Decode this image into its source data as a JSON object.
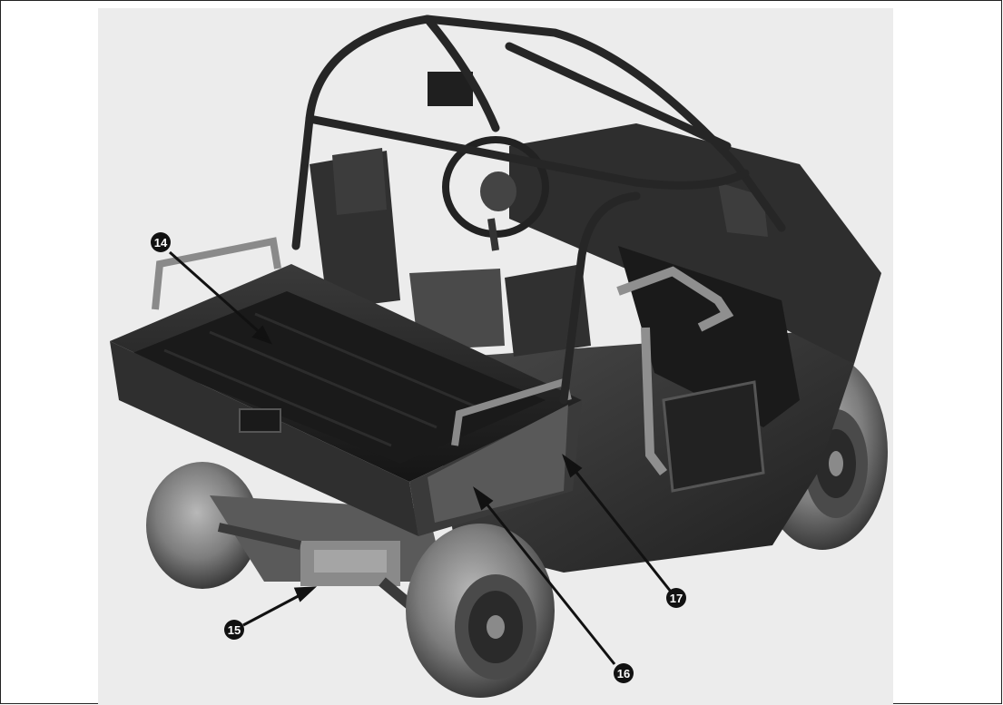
{
  "figure": {
    "title": "",
    "callouts": [
      {
        "id": "c14",
        "label": "⓮"
      },
      {
        "id": "c15",
        "label": "⓯"
      },
      {
        "id": "c16",
        "label": "⓰"
      },
      {
        "id": "c17",
        "label": "⓱"
      }
    ]
  },
  "colors": {
    "background": "#ffffff",
    "panel": "#ececec",
    "vehicle_dark": "#2a2a2a",
    "vehicle_mid": "#4a4a4a",
    "tire": "#7a7a7a",
    "callout": "#111111"
  },
  "illustration": {
    "subject": "utility-vehicle",
    "parts": [
      "roll-cage",
      "cargo-bed",
      "seats",
      "steering-wheel",
      "dashboard",
      "rear-wheels",
      "front-wheels",
      "rear-axle"
    ]
  }
}
